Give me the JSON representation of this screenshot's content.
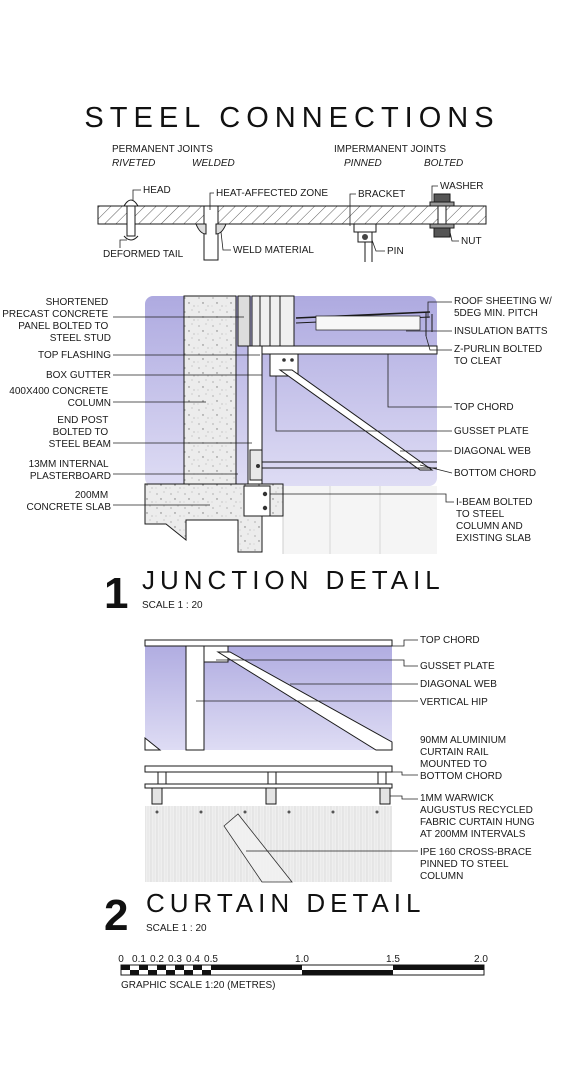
{
  "title": "STEEL CONNECTIONS",
  "joints": {
    "permanent": "PERMANENT JOINTS",
    "riveted": "RIVETED",
    "welded": "WELDED",
    "impermanent": "IMPERMANENT JOINTS",
    "pinned": "PINNED",
    "bolted": "BOLTED",
    "labels": {
      "head": "HEAD",
      "heat_zone": "HEAT-AFFECTED ZONE",
      "bracket": "BRACKET",
      "washer": "WASHER",
      "deformed_tail": "DEFORMED TAIL",
      "weld_material": "WELD MATERIAL",
      "pin": "PIN",
      "nut": "NUT"
    }
  },
  "junction": {
    "number": "1",
    "title": "JUNCTION DETAIL",
    "scale": "SCALE   1 : 20",
    "left_labels": [
      [
        "SHORTENED",
        "PRECAST CONCRETE",
        "PANEL BOLTED TO",
        "STEEL STUD"
      ],
      [
        "TOP FLASHING"
      ],
      [
        "BOX GUTTER"
      ],
      [
        "400X400 CONCRETE",
        "COLUMN"
      ],
      [
        "END POST",
        "BOLTED TO",
        "STEEL BEAM"
      ],
      [
        "13MM INTERNAL",
        "PLASTERBOARD"
      ],
      [
        "200MM",
        "CONCRETE SLAB"
      ]
    ],
    "right_labels": [
      [
        "ROOF SHEETING W/",
        "5DEG MIN. PITCH"
      ],
      [
        "INSULATION BATTS"
      ],
      [
        "Z-PURLIN BOLTED",
        "TO CLEAT"
      ],
      [
        "TOP CHORD"
      ],
      [
        "GUSSET PLATE"
      ],
      [
        "DIAGONAL WEB"
      ],
      [
        "BOTTOM CHORD"
      ],
      [
        "I-BEAM BOLTED",
        "TO STEEL",
        "COLUMN AND",
        "EXISTING SLAB"
      ]
    ]
  },
  "curtain": {
    "number": "2",
    "title": "CURTAIN DETAIL",
    "scale": "SCALE   1 : 20",
    "right_labels": [
      [
        "TOP CHORD"
      ],
      [
        "GUSSET PLATE"
      ],
      [
        "DIAGONAL WEB"
      ],
      [
        "VERTICAL HIP"
      ],
      [
        "90MM ALUMINIUM",
        "CURTAIN RAIL",
        "MOUNTED TO",
        "BOTTOM CHORD"
      ],
      [
        "1MM WARWICK",
        "AUGUSTUS RECYCLED",
        "FABRIC CURTAIN HUNG",
        "AT 200MM INTERVALS"
      ],
      [
        "IPE 160 CROSS-BRACE",
        "PINNED TO STEEL",
        "COLUMN"
      ]
    ]
  },
  "graphic_scale": {
    "ticks": [
      "0",
      "0.1",
      "0.2",
      "0.3",
      "0.4",
      "0.5",
      "1.0",
      "1.5",
      "2.0"
    ],
    "caption": "GRAPHIC SCALE 1:20 (METRES)"
  },
  "colors": {
    "lavender": "#b9b7e6",
    "lavender_light": "#d4d2f1",
    "concrete": "#e9e9e9",
    "ink": "#1a1a1a"
  }
}
